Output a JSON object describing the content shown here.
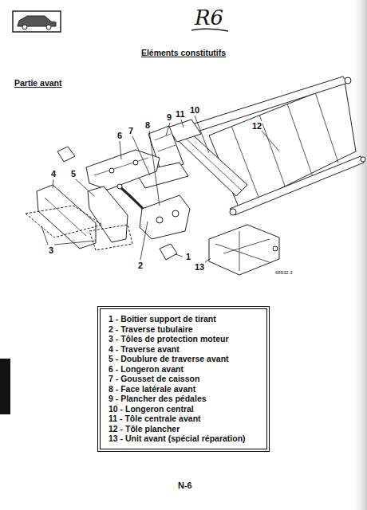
{
  "diagram": {
    "title": "Eléments constitutifs",
    "nodes": [
      {
        "text": [
          "1 - Boitier support de tirant",
          "2 - Traverse tubulaire",
          "3 - Tôles de protection moteur",
          "4 - Traverse avant",
          "5 - Doublure de traverse avant",
          "6 - Longeron avant",
          "7 - Gousset de caisson",
          "8 - Face latérale avant",
          "9 - Plancher des pédales",
          "10 - Longeron central",
          "11 - Tôle centrale avant",
          "12 - Tôle plancher",
          "13 - Unit avant (spécial réparation)"
        ]
      }
    ],
    "labels": [
      "R6",
      "Partie avant",
      "1",
      "2",
      "3",
      "4",
      "5",
      "6",
      "7",
      "8",
      "9",
      "10",
      "11",
      "12",
      "13",
      "68532.3",
      "N-6"
    ]
  }
}
